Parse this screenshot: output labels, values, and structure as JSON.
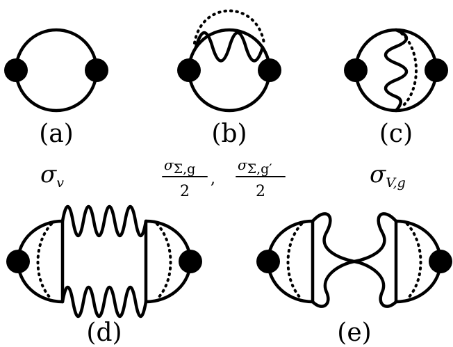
{
  "diagrams": {
    "a": {
      "label": "(a)",
      "symbol": "σ",
      "subscript": "v"
    },
    "b": {
      "label": "(b)",
      "frac1": {
        "sigma": "σ",
        "sub": "Σ,g",
        "denominator": "2"
      },
      "separator": ",",
      "frac2": {
        "sigma": "σ",
        "sub": "Σ,g′",
        "denominator": "2"
      }
    },
    "c": {
      "label": "(c)",
      "symbol": "σ",
      "subscript": "V,g"
    },
    "d": {
      "label": "(d)"
    },
    "e": {
      "label": "(e)"
    }
  },
  "colors": {
    "stroke": "#000000",
    "background": "#ffffff"
  }
}
